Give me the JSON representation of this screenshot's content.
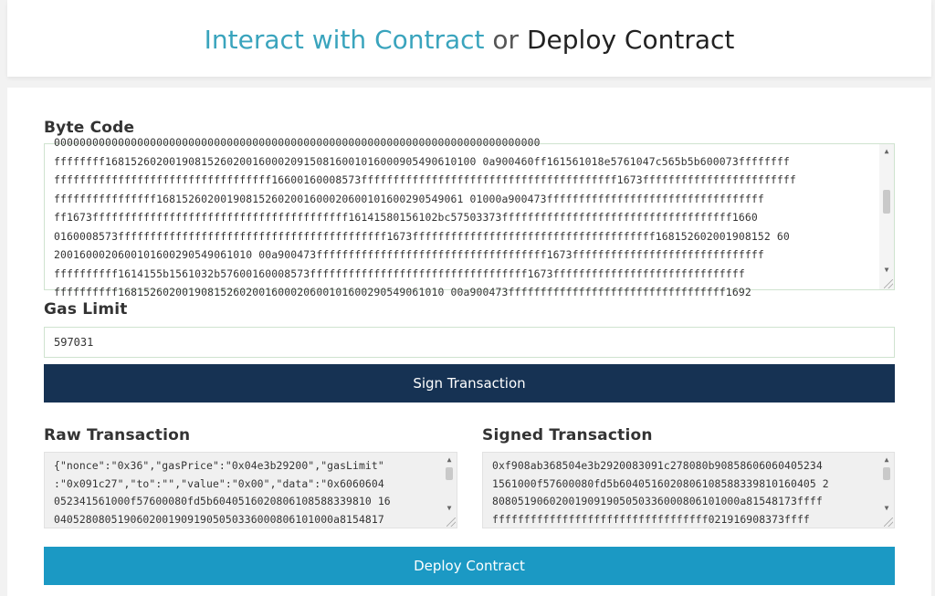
{
  "header": {
    "interact_label": "Interact with Contract",
    "or_label": "or",
    "deploy_label": "Deploy Contract"
  },
  "bytecode": {
    "label": "Byte Code",
    "lines": [
      "0000000000000000000000000000000000000000000000000000000000000000000000000000",
      "ffffffff1681526020019081526020016000209150816001016000905490610100 0a900460ff161561018e5761047c565b5b600073ffffffff",
      "ffffffffffffffffffffffffffffffffff16600160008573ffffffffffffffffffffffffffffffffffffffff1673ffffffffffffffffffffffff",
      "ffffffffffffffff168152602001908152602001600020600101600290549061 01000a900473ffffffffffffffffffffffffffffffffff",
      "ff1673ffffffffffffffffffffffffffffffffffffffff16141580156102bc57503373ffffffffffffffffffffffffffffffffffff1660",
      "0160008573ffffffffffffffffffffffffffffffffffffffffff1673ffffffffffffffffffffffffffffffffffffff168152602001908152 60",
      "2001600020600101600290549061010 00a900473ffffffffffffffffffffffffffffffffffff1673ffffffffffffffffffffffffffffff",
      "ffffffffff1614155b1561032b57600160008573ffffffffffffffffffffffffffffffffff1673ffffffffffffffffffffffffffffff",
      "ffffffffff168152602001908152602001600020600101600290549061010 00a900473ffffffffffffffffffffffffffffffffff1692"
    ]
  },
  "gas_limit": {
    "label": "Gas Limit",
    "value": "597031"
  },
  "sign_button": "Sign Transaction",
  "raw_tx": {
    "label": "Raw Transaction",
    "lines": [
      "{\"nonce\":\"0x36\",\"gasPrice\":\"0x04e3b29200\",\"gasLimit\"",
      ":\"0x091c27\",\"to\":\"\",\"value\":\"0x00\",\"data\":\"0x6060604",
      "052341561000f57600080fd5b6040516020806108588339810 16",
      "04052808051906020019091905050336000806101000a8154817"
    ]
  },
  "signed_tx": {
    "label": "Signed Transaction",
    "lines": [
      "0xf908ab368504e3b2920083091c278080b90858606060405234",
      "1561000f57600080fd5b6040516020806108588339810160405 2",
      "808051906020019091905050336000806101000a81548173ffff",
      "ffffffffffffffffffffffffffffffffff021916908373ffff"
    ]
  },
  "deploy_button": "Deploy Contract"
}
